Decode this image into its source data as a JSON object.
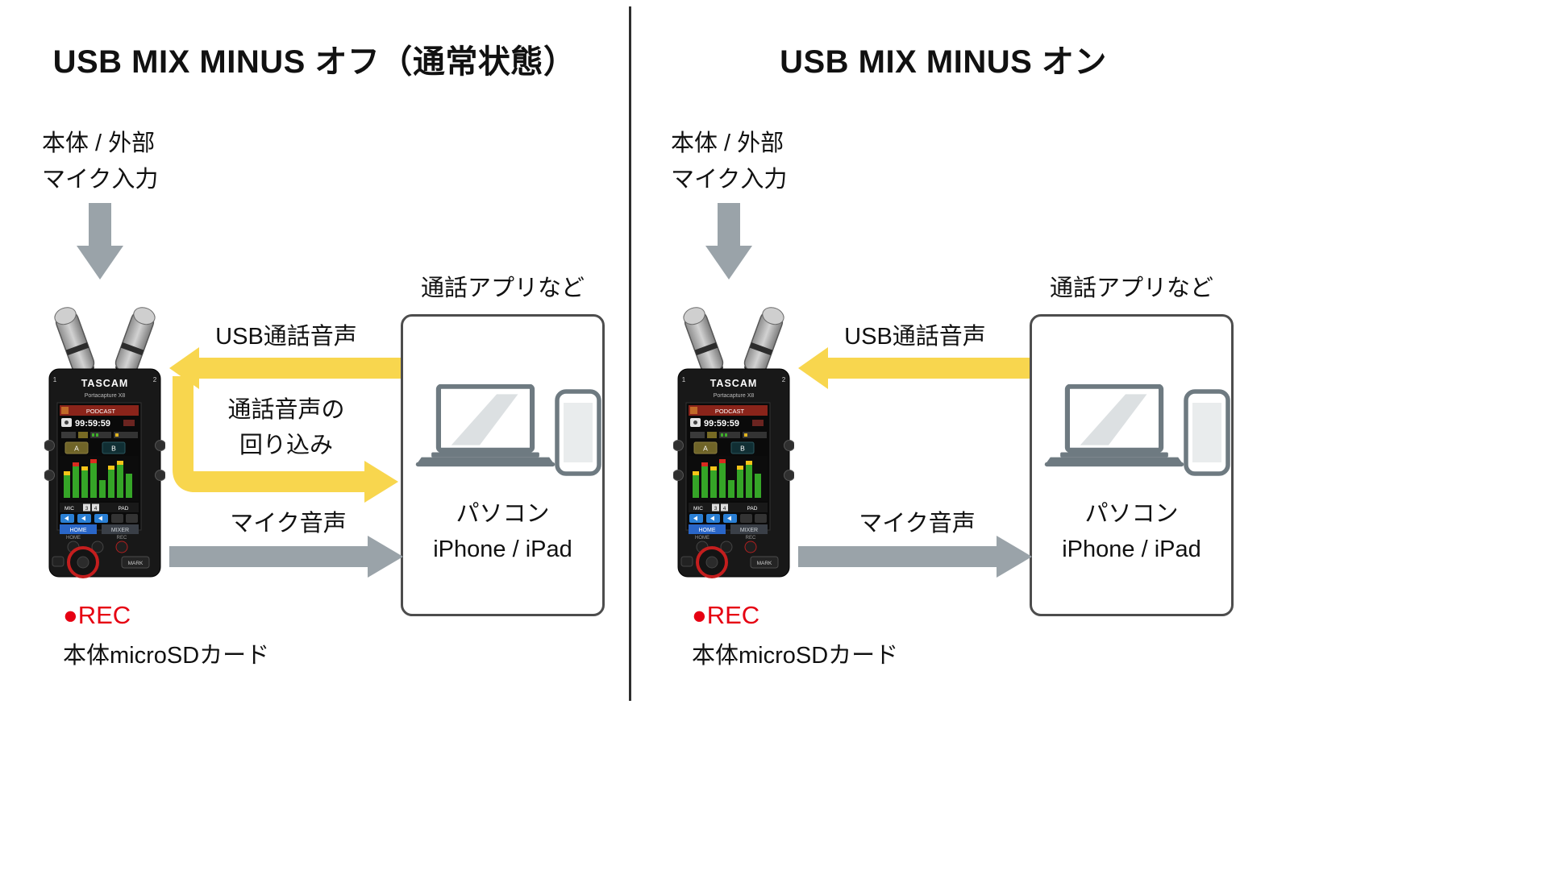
{
  "titles": {
    "left": "USB MIX MINUS オフ（通常状態）",
    "right": "USB MIX MINUS オン"
  },
  "labels": {
    "mic_input": "本体 / 外部\nマイク入力",
    "call_app": "通話アプリなど",
    "usb_call_audio": "USB通話音声",
    "loopback": "通話音声の\n回り込み",
    "mic_audio": "マイク音声",
    "computer": "パソコン\niPhone / iPad",
    "rec": "●REC",
    "sd_card": "本体microSDカード"
  },
  "device": {
    "brand": "TASCAM",
    "model": "Portacapture X8",
    "input_1": "1",
    "input_2": "2",
    "screen_app": "PODCAST",
    "timecode": "99:59:59",
    "track_a": "A",
    "track_b": "B",
    "mic": "MIC",
    "ch3": "3",
    "ch4": "4",
    "pad": "PAD",
    "nav_home": "HOME",
    "nav_mixer": "MIXER",
    "btn_home": "HOME",
    "btn_rec": "REC",
    "btn_mark": "MARK"
  },
  "colors": {
    "arrow_yellow": "#F8D64E",
    "arrow_gray": "#9AA3A9",
    "rec_red": "#E60012",
    "box_border": "#4D4D4D"
  }
}
